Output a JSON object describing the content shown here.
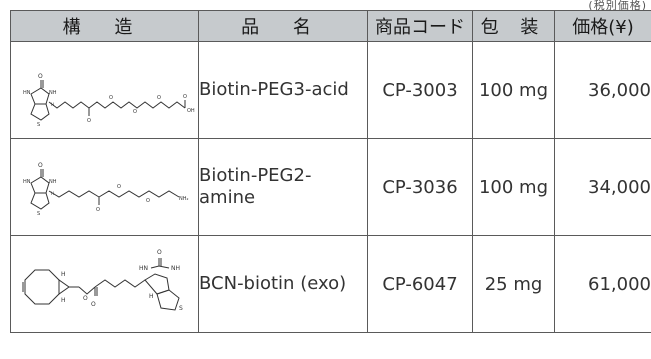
{
  "header": {
    "structure": "構 造",
    "name": "品 名",
    "code": "商品コード",
    "package": "包 装",
    "price": "価格(¥)"
  },
  "top_note": "(税別価格)",
  "rows": [
    {
      "structure_icon": "biotin-peg3-acid-structure",
      "name": "Biotin-PEG3-acid",
      "code": "CP-3003",
      "package": "100 mg",
      "price": "36,000",
      "atom_labels": [
        "O",
        "HN",
        "NH",
        "S",
        "H",
        "O",
        "O",
        "O",
        "O",
        "O",
        "OH"
      ]
    },
    {
      "structure_icon": "biotin-peg2-amine-structure",
      "name": "Biotin-PEG2-amine",
      "code": "CP-3036",
      "package": "100 mg",
      "price": "34,000",
      "atom_labels": [
        "O",
        "HN",
        "NH",
        "S",
        "H",
        "O",
        "O",
        "O",
        "NH₂"
      ]
    },
    {
      "structure_icon": "bcn-biotin-exo-structure",
      "name": "BCN-biotin (exo)",
      "code": "CP-6047",
      "package": "25 mg",
      "price": "61,000",
      "atom_labels": [
        "H",
        "H",
        "O",
        "O",
        "O",
        "HN",
        "NH",
        "S",
        "H"
      ]
    }
  ]
}
